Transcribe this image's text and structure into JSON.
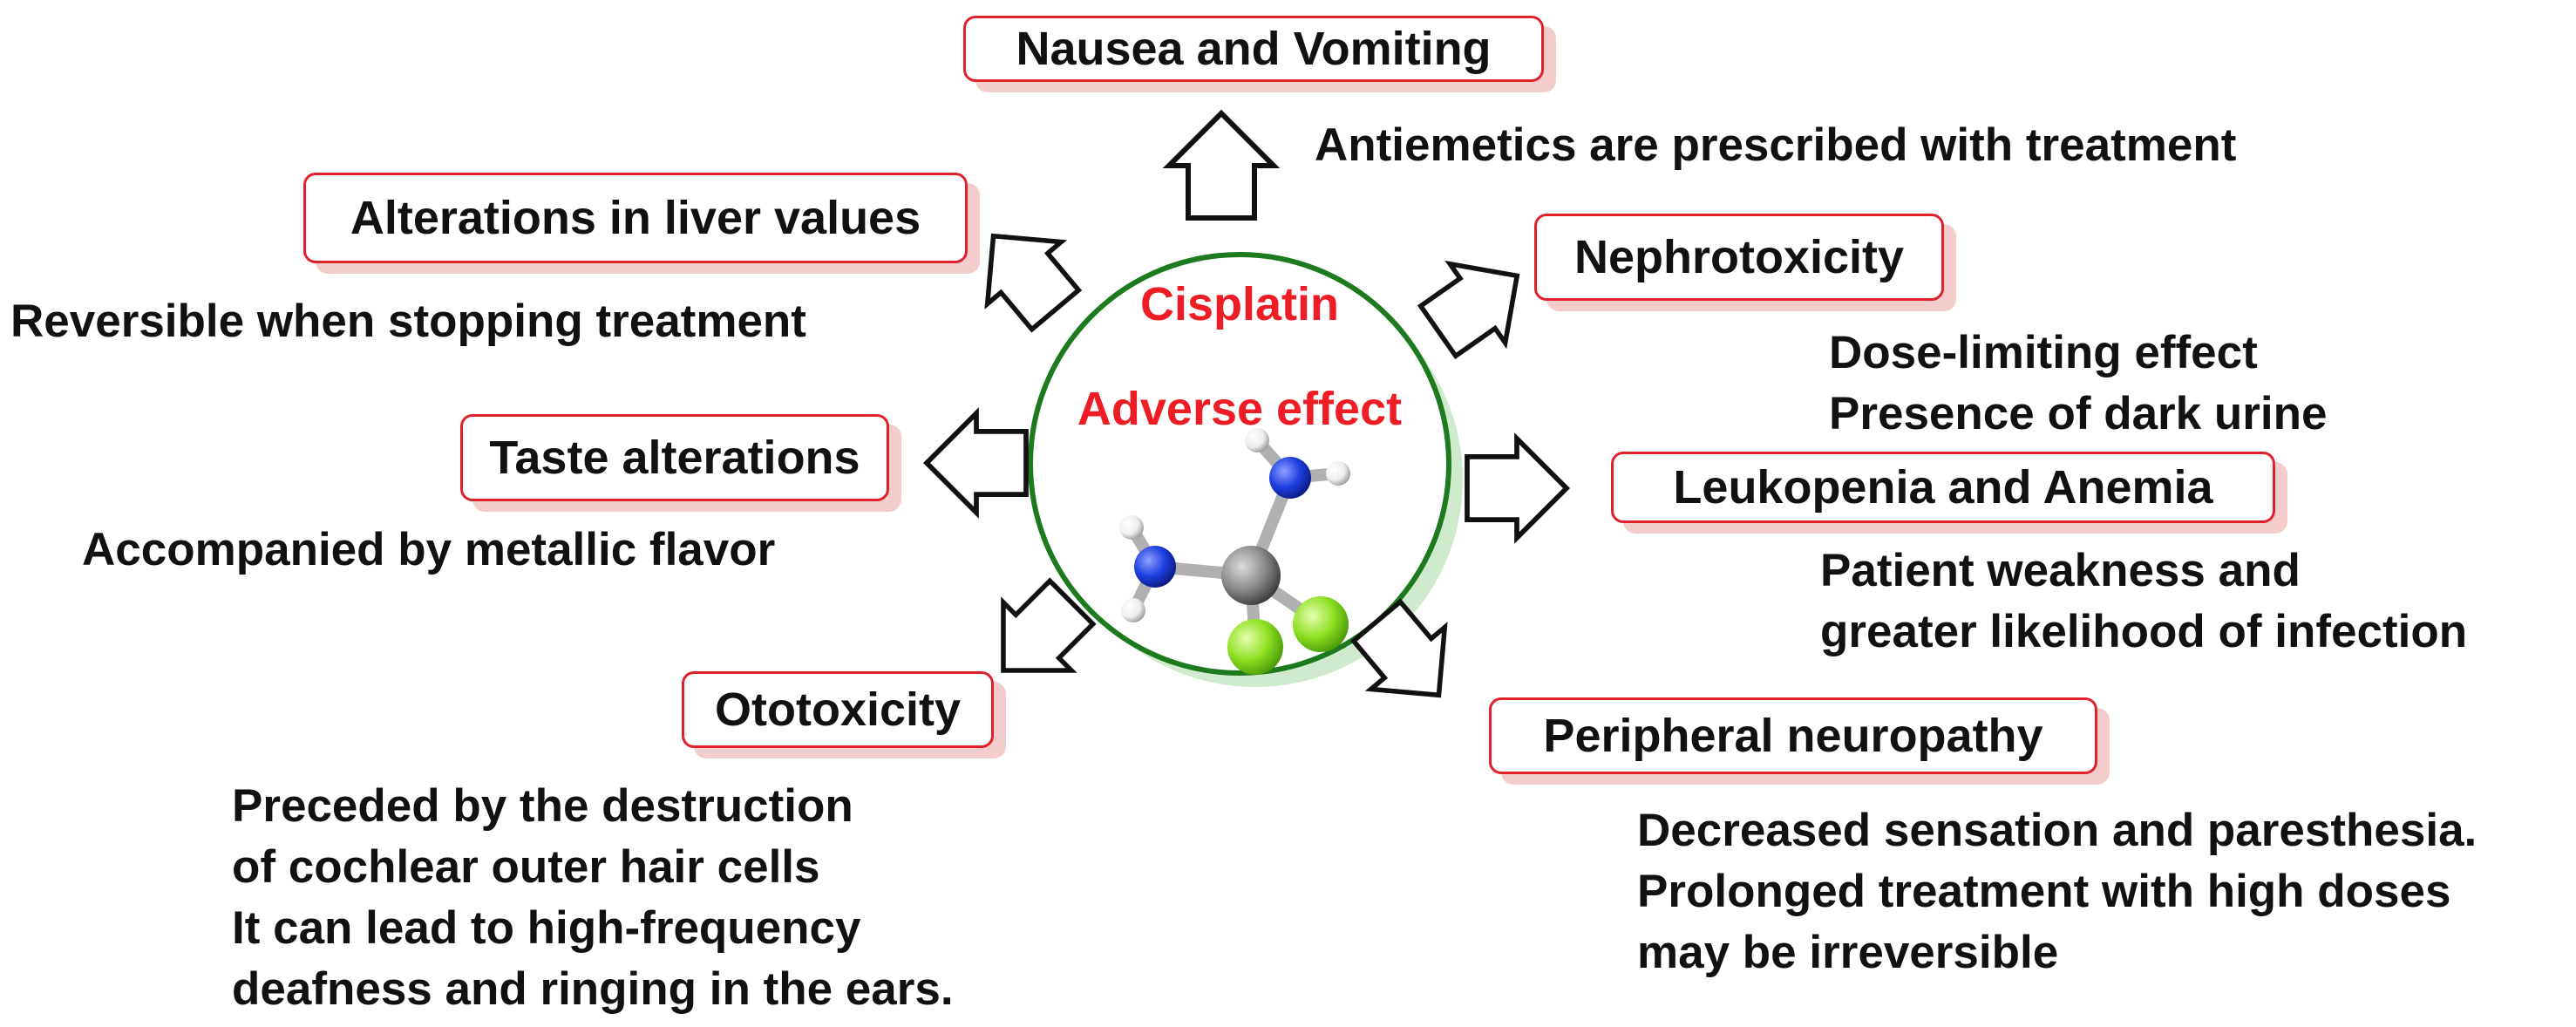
{
  "center": {
    "title": "Cisplatin",
    "subtitle": "Adverse effect",
    "molecule_icon": "cisplatin-molecule-icon"
  },
  "effects": {
    "nausea": {
      "label": "Nausea and Vomiting",
      "notes": [
        "Antiemetics are prescribed with treatment"
      ]
    },
    "liver": {
      "label": "Alterations in liver values",
      "notes": [
        "Reversible when stopping treatment"
      ]
    },
    "nephro": {
      "label": "Nephrotoxicity",
      "notes": [
        "Dose-limiting effect",
        "Presence of dark urine"
      ]
    },
    "taste": {
      "label": "Taste alterations",
      "notes": [
        "Accompanied by metallic flavor"
      ]
    },
    "leuko": {
      "label": "Leukopenia and Anemia",
      "notes": [
        "Patient weakness and",
        "greater likelihood of infection"
      ]
    },
    "oto": {
      "label": "Ototoxicity",
      "notes": [
        "Preceded by the destruction",
        "of cochlear outer hair cells",
        "It can lead to high-frequency",
        "deafness and ringing in the ears."
      ]
    },
    "neuro": {
      "label": "Peripheral neuropathy",
      "notes": [
        "Decreased sensation and paresthesia.",
        "Prolonged treatment with high doses",
        "may be irreversible"
      ]
    }
  },
  "colors": {
    "box_border": "#e0202a",
    "box_shadow": "#f4cccc",
    "circle_stroke": "#1e7a1e",
    "circle_shadow": "#c8e6c4",
    "title_red": "#ee1c25",
    "nitrogen": "#1f3fe0",
    "platinum": "#8c8c8c",
    "chlorine": "#8fe024",
    "hydrogen": "#f2f2f2"
  }
}
